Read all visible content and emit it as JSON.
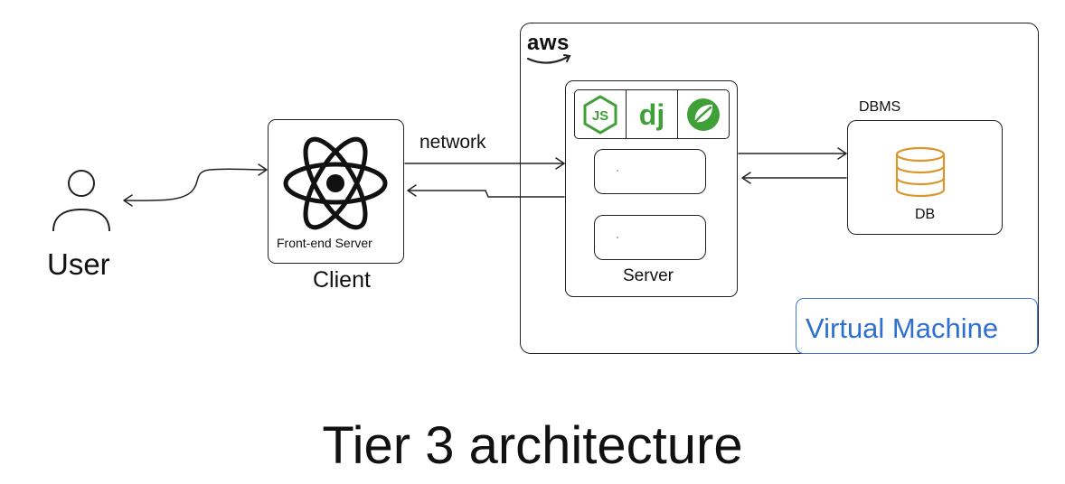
{
  "title": "Tier 3 architecture",
  "user": {
    "label": "User",
    "icon": "user-icon"
  },
  "client": {
    "label": "Client",
    "server_label": "Front-end Server",
    "icon": "react-icon",
    "accent": "#111111"
  },
  "network": {
    "label": "network"
  },
  "cloud": {
    "label": "aws",
    "accent": "#222222"
  },
  "server": {
    "label": "Server",
    "frameworks": [
      {
        "name": "nodejs-icon",
        "text": "JS",
        "color": "#3fa037"
      },
      {
        "name": "django-icon",
        "text": "dj",
        "color": "#3fa037"
      },
      {
        "name": "spring-icon",
        "text": "",
        "color": "#3fa037"
      }
    ],
    "slot_count": 2
  },
  "dbms": {
    "label": "DBMS",
    "db_label": "DB",
    "icon": "database-icon",
    "icon_color": "#d9962a"
  },
  "virtual_machine": {
    "label": "Virtual Machine",
    "color": "#2f6fd0"
  }
}
